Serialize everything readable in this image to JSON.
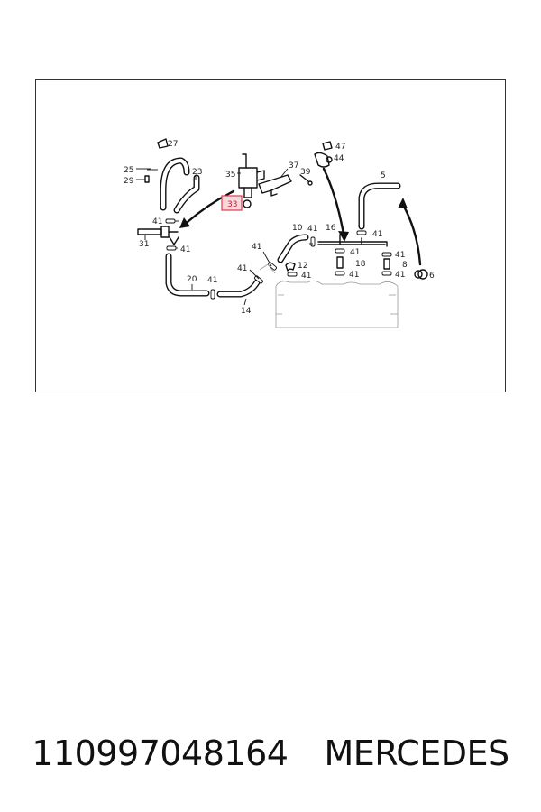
{
  "diagram": {
    "labels": {
      "l27": "27",
      "l25": "25",
      "l29": "29",
      "l23": "23",
      "l35": "35",
      "l37": "37",
      "l39": "39",
      "l47": "47",
      "l44": "44",
      "l5": "5",
      "l33": "33",
      "l41a": "41",
      "l31": "31",
      "l41b": "41",
      "l10": "10",
      "l41c": "41",
      "l16": "16",
      "l41d": "41",
      "l41e": "41",
      "l41f": "41",
      "l12": "12",
      "l41g": "41",
      "l20": "20",
      "l41h": "41",
      "l41i": "41",
      "l14": "14",
      "l18": "18",
      "l41j": "41",
      "l41k": "41",
      "l8": "8",
      "l41l": "41",
      "l6": "6"
    },
    "highlight_color": "#e03a4a"
  },
  "footer": {
    "part_number": "110997048164",
    "brand": "MERCEDES"
  }
}
